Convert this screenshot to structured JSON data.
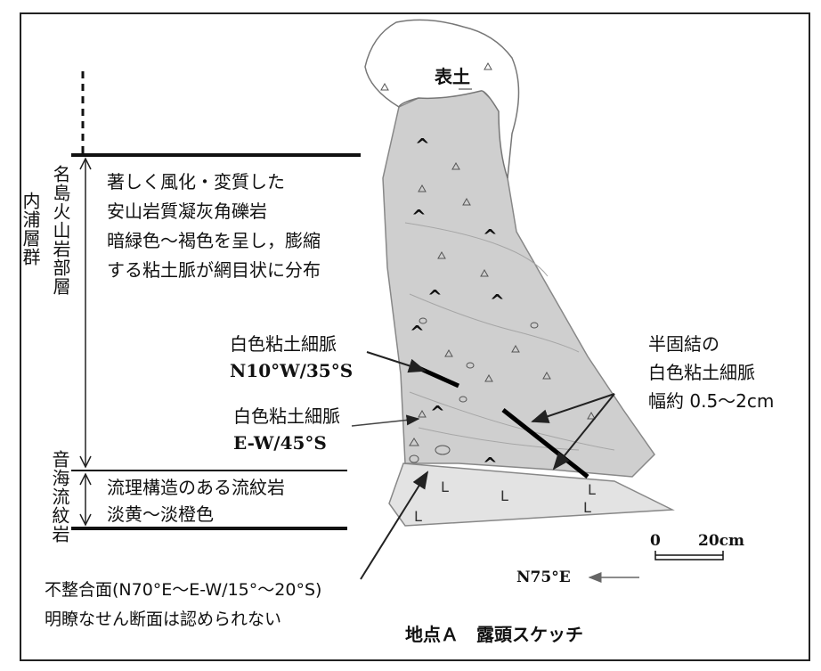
{
  "strat": {
    "group": "内浦層群",
    "upper_unit": "名島火山岩部層",
    "lower_unit": "音海流紋岩"
  },
  "upper_desc": {
    "line1": "著しく風化・変質した",
    "line2": "安山岩質凝灰角礫岩",
    "line3": "暗緑色～褐色を呈し，膨縮",
    "line4": "する粘土脈が網目状に分布"
  },
  "lower_desc": {
    "line1": "流理構造のある流紋岩",
    "line2": "淡黄～淡橙色"
  },
  "soil_label": "表土",
  "vein1": {
    "name": "白色粘土細脈",
    "attitude": "N10°W/35°S"
  },
  "vein2": {
    "name": "白色粘土細脈",
    "attitude": "E-W/45°S"
  },
  "vein3": {
    "line1": "半固結の",
    "line2": "白色粘土細脈",
    "line3": "幅約 0.5～2cm"
  },
  "unconformity": {
    "line1": "不整合面(N70°E～E-W/15°～20°S)",
    "line2": "明瞭なせん断面は認められない"
  },
  "scale": {
    "zero": "0",
    "max": "20cm"
  },
  "direction": "N75°E",
  "caption": "地点Ａ　露頭スケッチ",
  "colors": {
    "upper_rock": "#cfcfcf",
    "lower_rock": "#e3e3e3",
    "soil": "#ffffff",
    "vein": "#000000"
  }
}
